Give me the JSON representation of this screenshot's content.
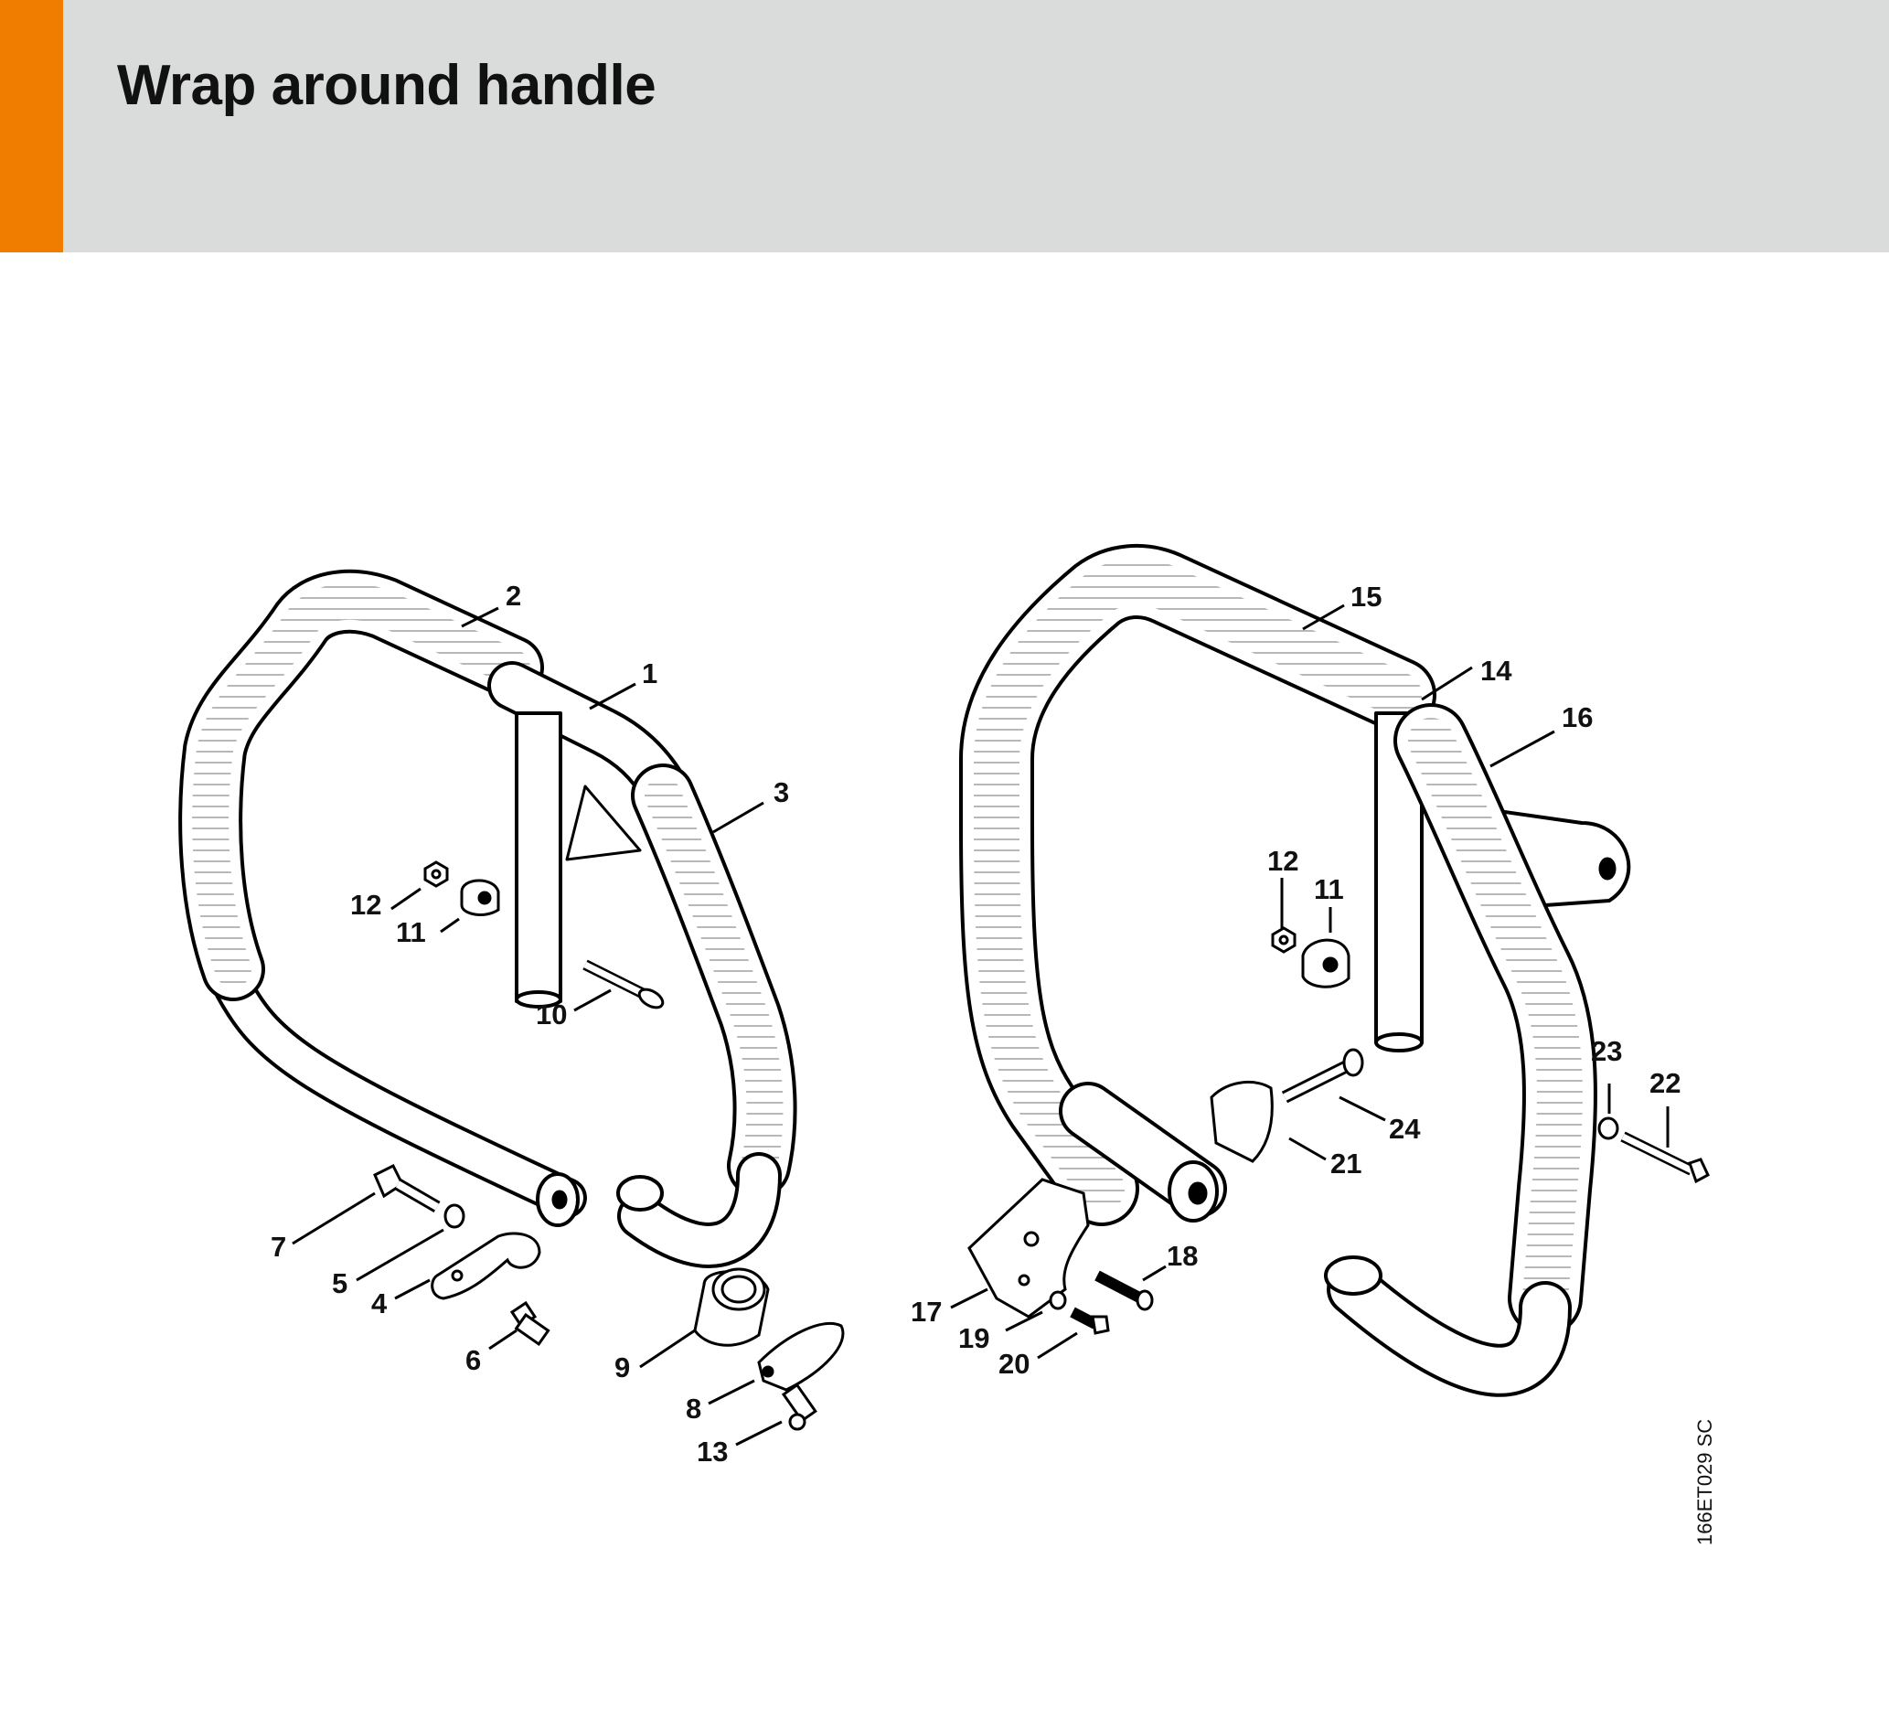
{
  "header": {
    "title": "Wrap around handle",
    "accent_color": "#f07d00",
    "background_color": "#dadcdb"
  },
  "diagram": {
    "drawing_code": "166ET029 SC",
    "callouts": {
      "c1": "1",
      "c2": "2",
      "c3": "3",
      "c4": "4",
      "c5": "5",
      "c6": "6",
      "c7": "7",
      "c8": "8",
      "c9": "9",
      "c10": "10",
      "c11a": "11",
      "c12a": "12",
      "c13": "13",
      "c14": "14",
      "c15": "15",
      "c16": "16",
      "c17": "17",
      "c18": "18",
      "c19": "19",
      "c20": "20",
      "c11b": "11",
      "c12b": "12",
      "c21": "21",
      "c22": "22",
      "c23": "23",
      "c24": "24"
    },
    "parts": [
      {
        "name": "handle-bar-left",
        "icon": "tubular-handle-icon"
      },
      {
        "name": "handle-bar-right",
        "icon": "tubular-handle-icon"
      },
      {
        "name": "screws",
        "icon": "screw-icon"
      },
      {
        "name": "nuts",
        "icon": "hex-nut-icon"
      },
      {
        "name": "clamps",
        "icon": "clamp-icon"
      },
      {
        "name": "brackets",
        "icon": "bracket-icon"
      }
    ]
  }
}
